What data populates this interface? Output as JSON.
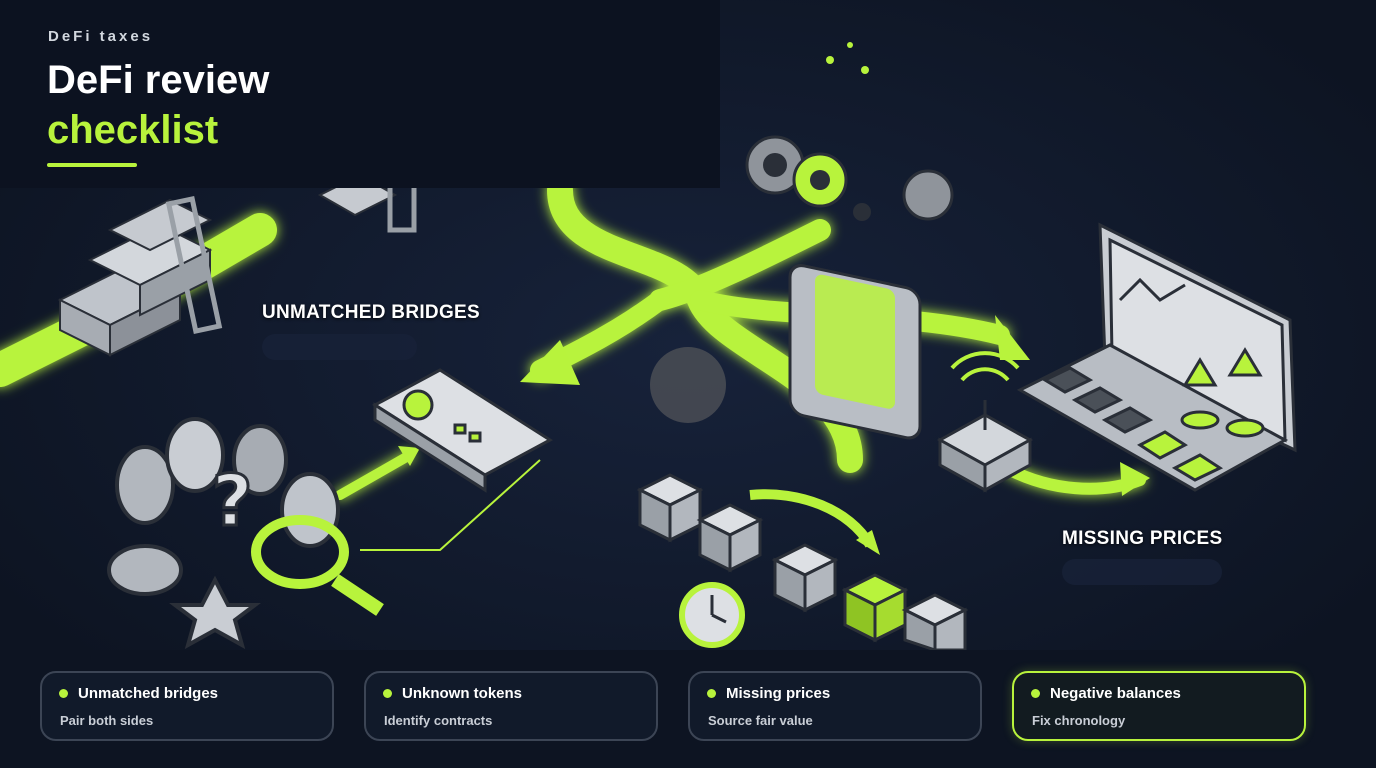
{
  "header": {
    "eyebrow": "DeFi taxes",
    "title_line1": "DeFi review",
    "title_line2": "checklist"
  },
  "scene": {
    "labels": {
      "unmatched_bridges": "UNMATCHED BRIDGES",
      "missing_prices": "MISSING PRICES"
    }
  },
  "cards": [
    {
      "title": "Unmatched bridges",
      "subtitle": "Pair both sides"
    },
    {
      "title": "Unknown tokens",
      "subtitle": "Identify contracts"
    },
    {
      "title": "Missing prices",
      "subtitle": "Source fair value"
    },
    {
      "title": "Negative balances",
      "subtitle": "Fix chronology"
    }
  ],
  "colors": {
    "accent": "#b8f33c",
    "background": "#0f1726",
    "card_border": "#3c4555"
  }
}
